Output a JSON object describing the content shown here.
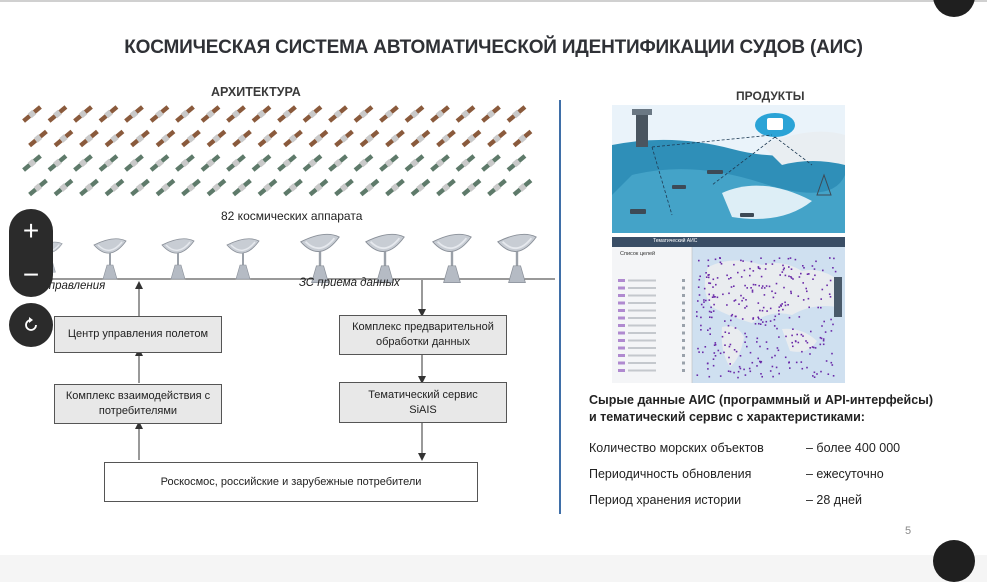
{
  "slide": {
    "title": "КОСМИЧЕСКАЯ СИСТЕМА АВТОМАТИЧЕСКОЙ ИДЕНТИФИКАЦИИ СУДОВ (АИС)",
    "page_number": "5"
  },
  "architecture": {
    "heading": "АРХИТЕКТУРА",
    "satellites_caption": "82 космических аппарата",
    "left_station_label": "управления",
    "right_station_label": "ЗС приема данных",
    "boxes": {
      "flight_control": "Центр управления полетом",
      "preprocessing": "Комплекс предварительной\nобработки данных",
      "consumer_interaction": "Комплекс взаимодействия с\nпотребителями",
      "thematic_service": "Тематический сервис\nSiAIS",
      "consumers": "Роскосмос, российские и зарубежные потребители"
    }
  },
  "products": {
    "heading": "ПРОДУКТЫ",
    "screenshot_top_bar": "Тематический АИС",
    "screenshot_panel_title": "Список целей",
    "description_line1": "Сырые данные АИС (программный и API-интерфейсы)",
    "description_line2": "и тематический сервис с характеристиками:",
    "stats": [
      {
        "label": "Количество морских объектов",
        "value": "– более 400 000"
      },
      {
        "label": "Периодичность обновления",
        "value": "– ежесуточно"
      },
      {
        "label": "Период хранения истории",
        "value": "– 28 дней"
      }
    ]
  },
  "viewer_controls": {
    "zoom_in": "+",
    "zoom_out": "−"
  },
  "colors": {
    "divider": "#3f6fa8",
    "sat_brown": "#8a5a3c",
    "sat_green": "#5e7a6a",
    "sea": "#2f8fb8",
    "vessel_dot": "#6a2aa8"
  }
}
